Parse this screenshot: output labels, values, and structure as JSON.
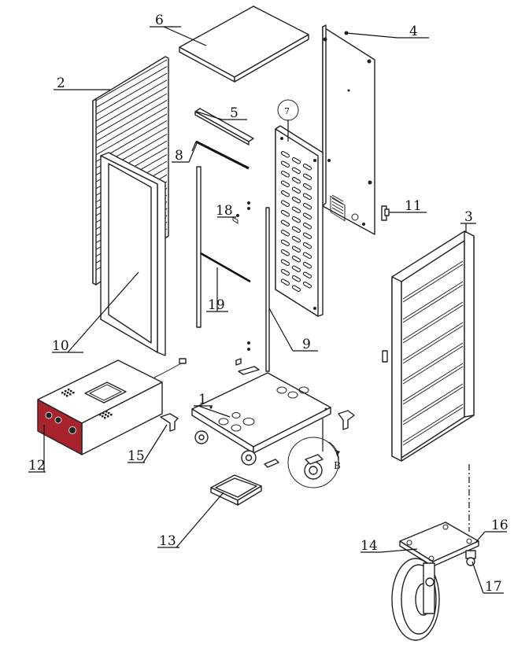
{
  "diagram": {
    "labels": {
      "p1": "1",
      "p2": "2",
      "p3": "3",
      "p4": "4",
      "p5": "5",
      "p6": "6",
      "p7": "7",
      "p8": "8",
      "p9": "9",
      "p10": "10",
      "p11": "11",
      "p12": "12",
      "p13": "13",
      "p14": "14",
      "p15": "15",
      "p16": "16",
      "p17": "17",
      "p18": "18",
      "p19": "19",
      "detail": "B"
    },
    "colors": {
      "line": "#222222",
      "control_panel": "#a8232b",
      "background": "#ffffff"
    }
  }
}
